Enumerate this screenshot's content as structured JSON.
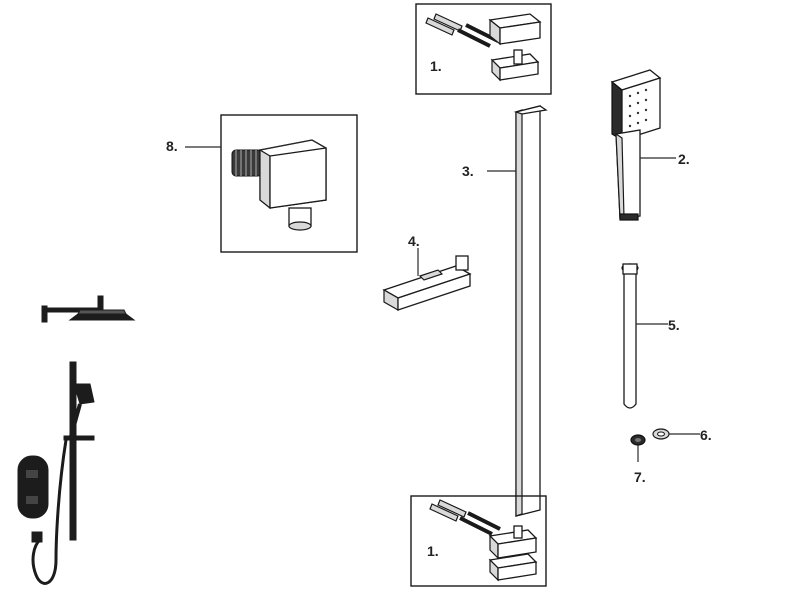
{
  "callouts": {
    "fixings_top": "1.",
    "fixings_bottom": "1.",
    "handset": "2.",
    "riser_rail": "3.",
    "slider_bracket": "4.",
    "hose": "5.",
    "washer": "6.",
    "filter_washer": "7.",
    "wall_outlet": "8."
  },
  "colors": {
    "line": "#1a1a1a",
    "product_finish": "#1c1c1c",
    "background": "#ffffff"
  }
}
